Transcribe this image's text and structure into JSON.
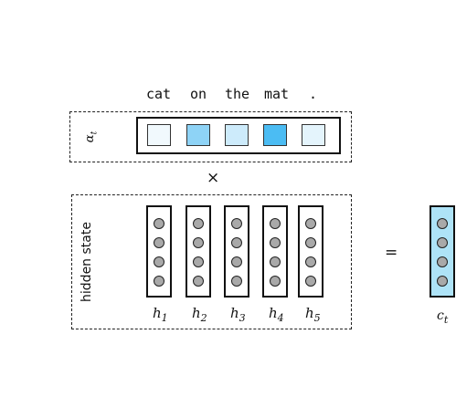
{
  "words": [
    "cat",
    "on",
    "the",
    "mat",
    "."
  ],
  "attention": {
    "label": "α",
    "label_sub": "t",
    "cell_colors": [
      "#f1f9fd",
      "#8ed3f6",
      "#cdebfb",
      "#4bbcf3",
      "#e4f4fc"
    ]
  },
  "multiply_symbol": "×",
  "equals_symbol": "=",
  "hidden": {
    "label": "hidden state",
    "labels": [
      {
        "main": "h",
        "sub": "1"
      },
      {
        "main": "h",
        "sub": "2"
      },
      {
        "main": "h",
        "sub": "3"
      },
      {
        "main": "h",
        "sub": "4"
      },
      {
        "main": "h",
        "sub": "5"
      }
    ],
    "dot_count": 4
  },
  "context": {
    "main": "c",
    "sub": "t",
    "fill": "#aee3f7"
  }
}
